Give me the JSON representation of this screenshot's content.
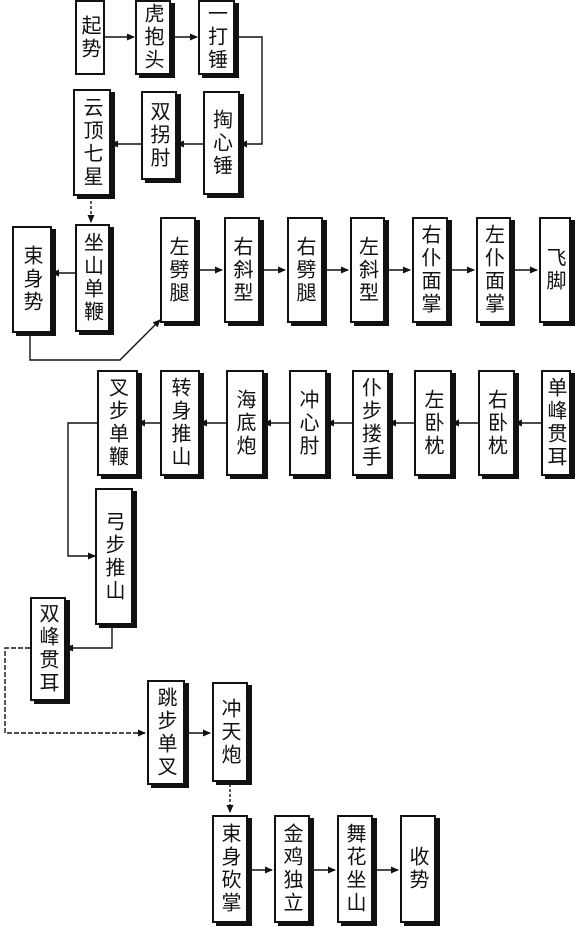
{
  "diagram": {
    "nodes": {
      "qishi": "起势",
      "hubaotou": "虎抱头",
      "yidachui": "一打锤",
      "taoxinchui": "掏心锤",
      "shuangguaizhou": "双拐肘",
      "yundingqixing": "云顶七星",
      "zuoshandanbian": "坐山单鞭",
      "shushenshi": "束身势",
      "zuopitui": "左劈腿",
      "youxiexing": "右斜型",
      "youpitui": "右劈腿",
      "zuoxiexing": "左斜型",
      "youpumianzhang": "右仆面掌",
      "zuopumianzhang": "左仆面掌",
      "feijiao": "飞脚",
      "danfengguaner": "单峰贯耳",
      "youwozhen": "右卧枕",
      "zuowozhen": "左卧枕",
      "pubuloushou": "仆步搂手",
      "chongxinzhou": "冲心肘",
      "haidipao": "海底炮",
      "zhuanshentuishan": "转身推山",
      "chabudanbian": "叉步单鞭",
      "gongbutuishan": "弓步推山",
      "shuangfengguaner": "双峰贯耳",
      "tiaobudancha": "跳步单叉",
      "chongtianpao": "冲天炮",
      "shushenkanzhang": "束身砍掌",
      "jinjiduli": "金鸡独立",
      "wuhuazuoshan": "舞花坐山",
      "shoushi": "收势"
    }
  }
}
